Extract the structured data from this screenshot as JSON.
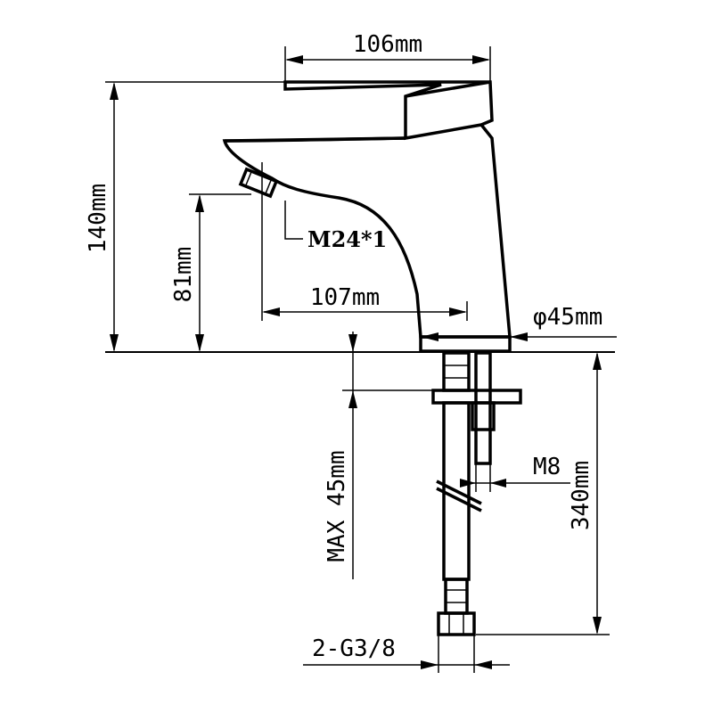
{
  "dimensions": {
    "width_top": "106mm",
    "height_total": "140mm",
    "spout_height": "81mm",
    "spout_reach": "107mm",
    "aerator_thread": "M24*1",
    "base_diameter": "φ45mm",
    "max_deck_thickness": "MAX 45mm",
    "stud_thread": "M8",
    "hose_length": "340mm",
    "hose_connection": "2-G3/8"
  }
}
